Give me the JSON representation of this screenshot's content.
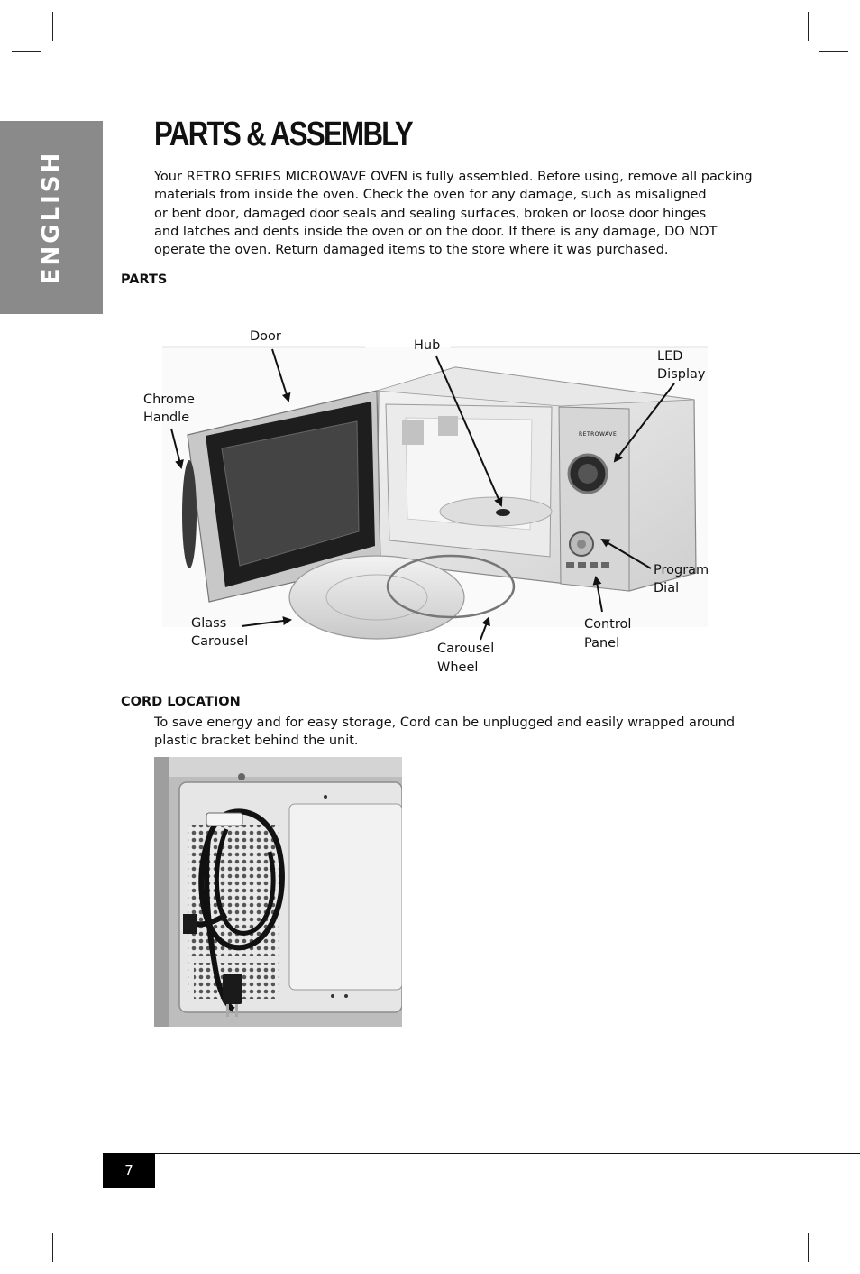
{
  "side_tab": {
    "label": "ENGLISH"
  },
  "heading": "PARTS & ASSEMBLY",
  "intro_lines": [
    "Your RETRO SERIES MICROWAVE OVEN is fully assembled. Before using, remove all packing",
    "materials from inside the oven. Check the oven for any damage, such as misaligned",
    "or bent door, damaged door seals and sealing surfaces, broken or loose door hinges",
    "and latches and dents inside the oven or on the door. If there is any damage, DO NOT",
    "operate the oven. Return damaged items to the store where it was purchased."
  ],
  "parts_heading": "PARTS",
  "part_labels": {
    "door": "Door",
    "hub": "Hub",
    "led_1": "LED",
    "led_2": "Display",
    "handle_1": "Chrome",
    "handle_2": "Handle",
    "dial_1": "Program",
    "dial_2": "Dial",
    "glass_1": "Glass",
    "glass_2": "Carousel",
    "panel_1": "Control",
    "panel_2": "Panel",
    "wheel_1": "Carousel",
    "wheel_2": "Wheel"
  },
  "panel_brand": "RETROWAVE",
  "cord_heading": "CORD LOCATION",
  "cord_lines": [
    "To save energy and for easy storage, Cord can be unplugged and easily wrapped around",
    "plastic bracket behind the unit."
  ],
  "page_number": "7"
}
